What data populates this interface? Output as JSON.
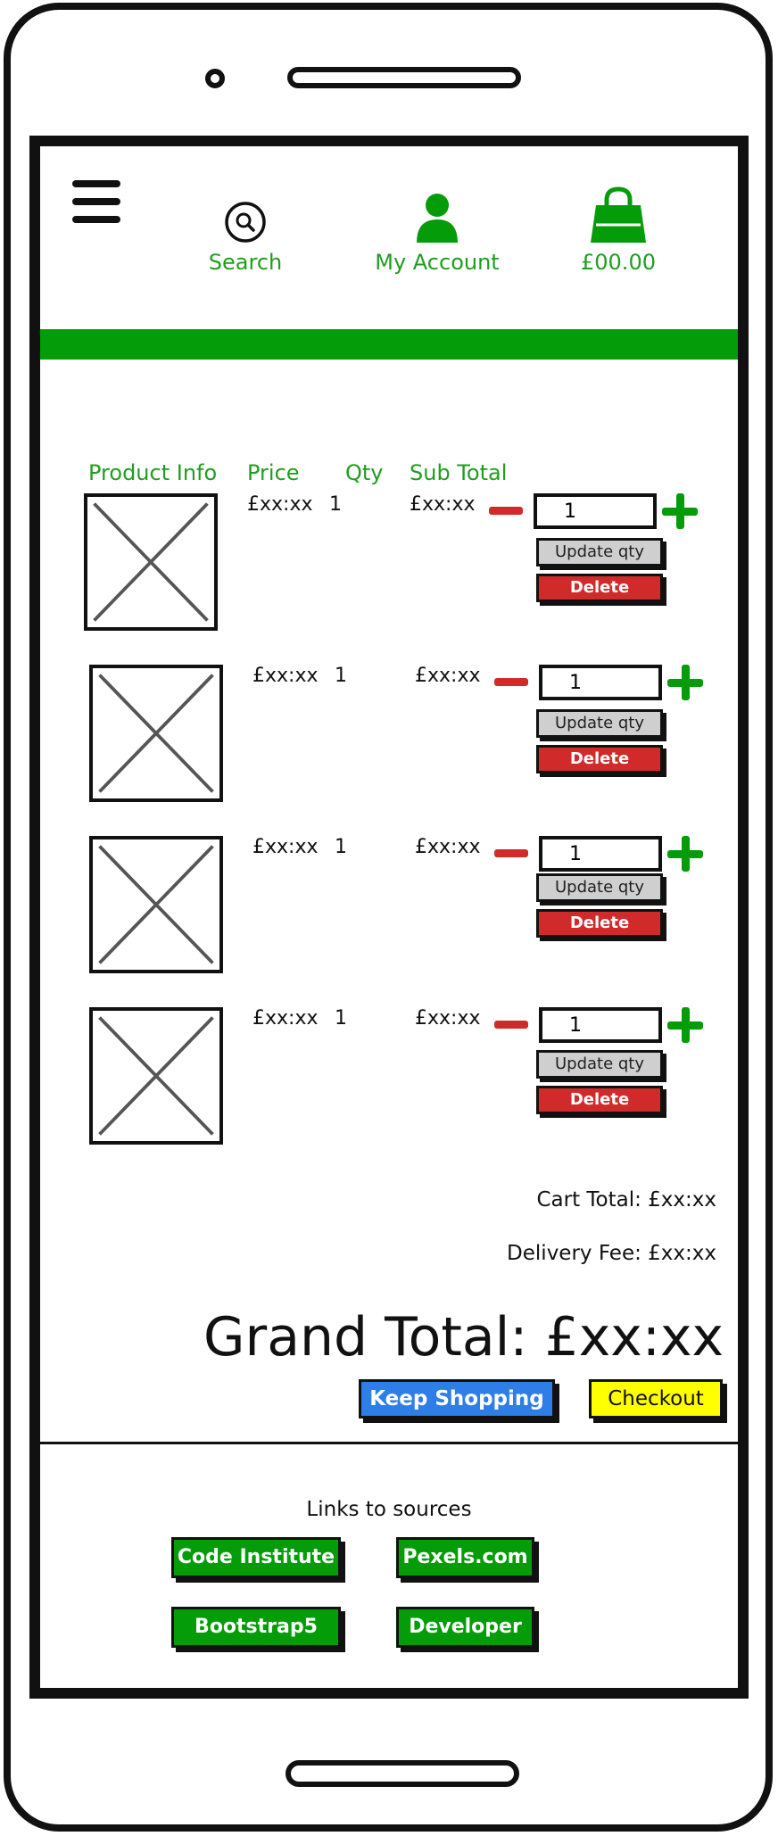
{
  "header": {
    "menu_icon": "hamburger-menu-icon",
    "nav": [
      {
        "label": "Search",
        "icon": "search-icon"
      },
      {
        "label": "My Account",
        "icon": "user-icon"
      },
      {
        "label": "£00.00",
        "icon": "shopping-bag-icon"
      }
    ]
  },
  "cart_table": {
    "columns": [
      "Product Info",
      "Price",
      "Qty",
      "Sub Total"
    ],
    "rows": [
      {
        "price": "£xx:xx",
        "qty": "1",
        "subtotal": "£xx:xx",
        "qty_value": "1",
        "update_label": "Update qty",
        "delete_label": "Delete"
      },
      {
        "price": "£xx:xx",
        "qty": "1",
        "subtotal": "£xx:xx",
        "qty_value": "1",
        "update_label": "Update qty",
        "delete_label": "Delete"
      },
      {
        "price": "£xx:xx",
        "qty": "1",
        "subtotal": "£xx:xx",
        "qty_value": "1",
        "update_label": "Update qty",
        "delete_label": "Delete"
      },
      {
        "price": "£xx:xx",
        "qty": "1",
        "subtotal": "£xx:xx",
        "qty_value": "1",
        "update_label": "Update qty",
        "delete_label": "Delete"
      }
    ]
  },
  "totals": {
    "cart_total": "Cart Total: £xx:xx",
    "delivery_fee": "Delivery Fee: £xx:xx",
    "grand_total": "Grand Total: £xx:xx"
  },
  "actions": {
    "keep_shopping": "Keep Shopping",
    "checkout": "Checkout"
  },
  "footer": {
    "title": "Links to sources",
    "links": [
      "Code Institute",
      "Pexels.com",
      "Bootstrap5",
      "Developer"
    ]
  },
  "colors": {
    "brand_green": "#059c0a",
    "delete_red": "#d12a2a",
    "keep_shopping_blue": "#2f7ee8",
    "checkout_yellow": "#ffff00"
  }
}
